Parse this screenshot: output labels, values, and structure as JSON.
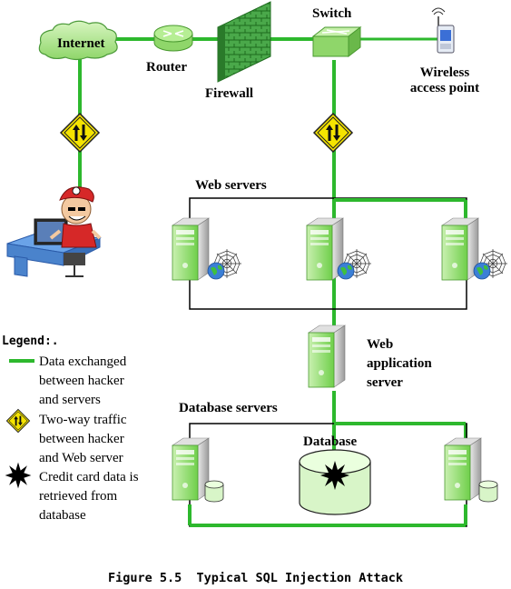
{
  "labels": {
    "internet": "Internet",
    "router": "Router",
    "firewall": "Firewall",
    "switch": "Switch",
    "wireless_line1": "Wireless",
    "wireless_line2": "access point",
    "web_servers": "Web servers",
    "web_app_line1": "Web",
    "web_app_line2": "application",
    "web_app_line3": "server",
    "database_servers": "Database servers",
    "database": "Database"
  },
  "legend": {
    "title": "Legend:.",
    "items": [
      {
        "icon": "green-line-icon",
        "lines": [
          "Data exchanged",
          "between hacker",
          "and servers"
        ]
      },
      {
        "icon": "two-way-traffic-sign-icon",
        "lines": [
          "Two-way traffic",
          "between hacker",
          "and Web server"
        ]
      },
      {
        "icon": "starburst-icon",
        "lines": [
          "Credit card data is",
          "retrieved from",
          "database"
        ]
      }
    ]
  },
  "caption": "Figure 5.5  Typical SQL Injection Attack",
  "colors": {
    "line_green": "#2db82d",
    "cloud_green": "#b8e89a",
    "server_green": "#9be07a",
    "sign_yellow": "#f5e400",
    "firewall_green": "#3e9a3e"
  }
}
